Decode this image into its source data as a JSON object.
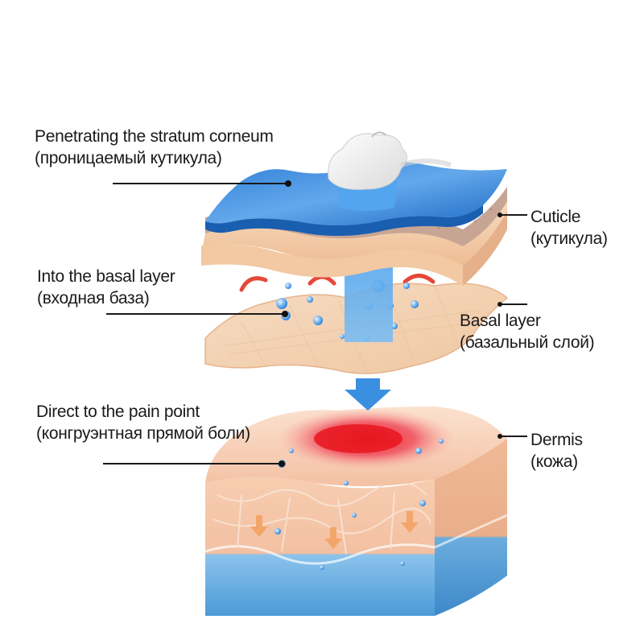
{
  "labels": {
    "stratum": {
      "en": "Penetrating the stratum corneum",
      "ru": "(проницаемый кутикула)"
    },
    "basal_in": {
      "en": "Into the basal layer",
      "ru": "(входная база)"
    },
    "pain": {
      "en": "Direct to the pain point",
      "ru": "(конгруэнтная прямой боли)"
    },
    "cuticle": {
      "en": "Cuticle",
      "ru": "(кутикула)"
    },
    "basal": {
      "en": "Basal layer",
      "ru": "(базальный слой)"
    },
    "dermis": {
      "en": "Dermis",
      "ru": "(кожа)"
    }
  },
  "colors": {
    "cuticle_blue": "#4a90d9",
    "skin_beige": "#f3d3b0",
    "skin_pink": "#f4c3a8",
    "pain_red": "#e8242b",
    "arrow_blue": "#3a8fe0",
    "bottom_blue": "#5aa6e0"
  }
}
